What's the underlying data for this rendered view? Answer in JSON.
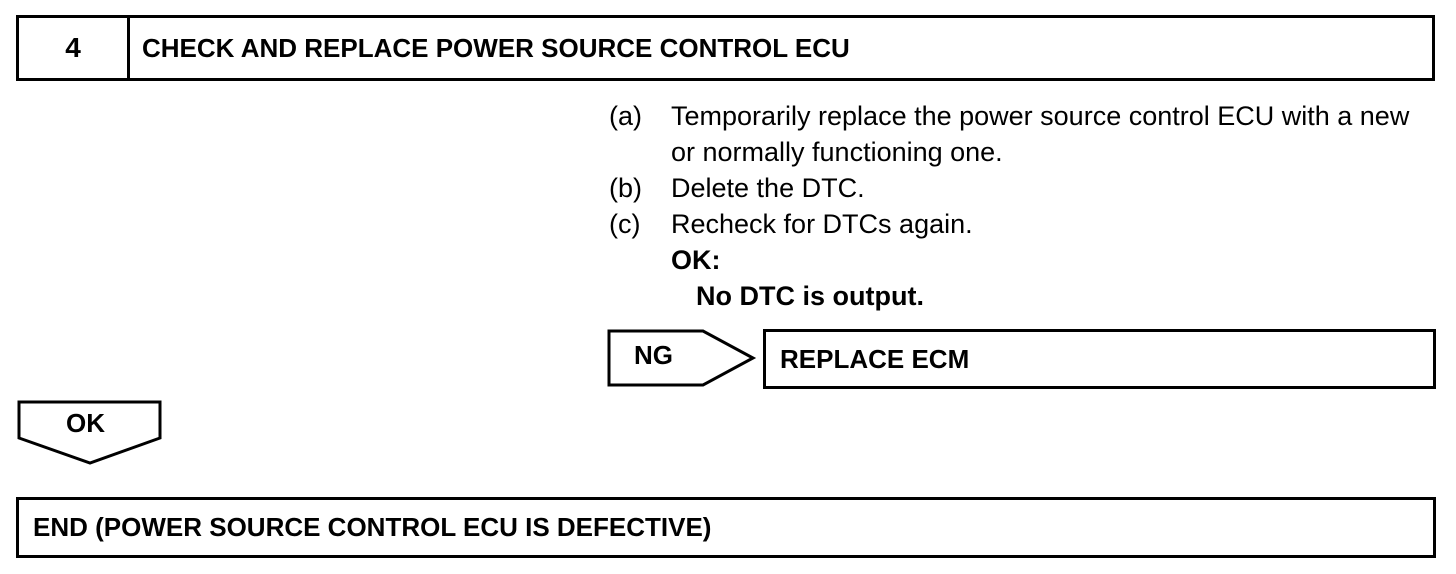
{
  "step": {
    "number": "4",
    "title": "CHECK AND REPLACE POWER SOURCE CONTROL ECU"
  },
  "procedure": {
    "items": [
      {
        "letter": "(a)",
        "text": "Temporarily replace the power source control ECU with a new or normally functioning one."
      },
      {
        "letter": "(b)",
        "text": "Delete the DTC."
      },
      {
        "letter": "(c)",
        "text": "Recheck for DTCs again."
      }
    ],
    "ok_label": "OK:",
    "ok_value": "No DTC is output."
  },
  "ng_branch": {
    "label": "NG",
    "action": "REPLACE ECM"
  },
  "ok_branch": {
    "label": "OK"
  },
  "end": {
    "text": "END (POWER SOURCE CONTROL ECU IS DEFECTIVE)"
  }
}
